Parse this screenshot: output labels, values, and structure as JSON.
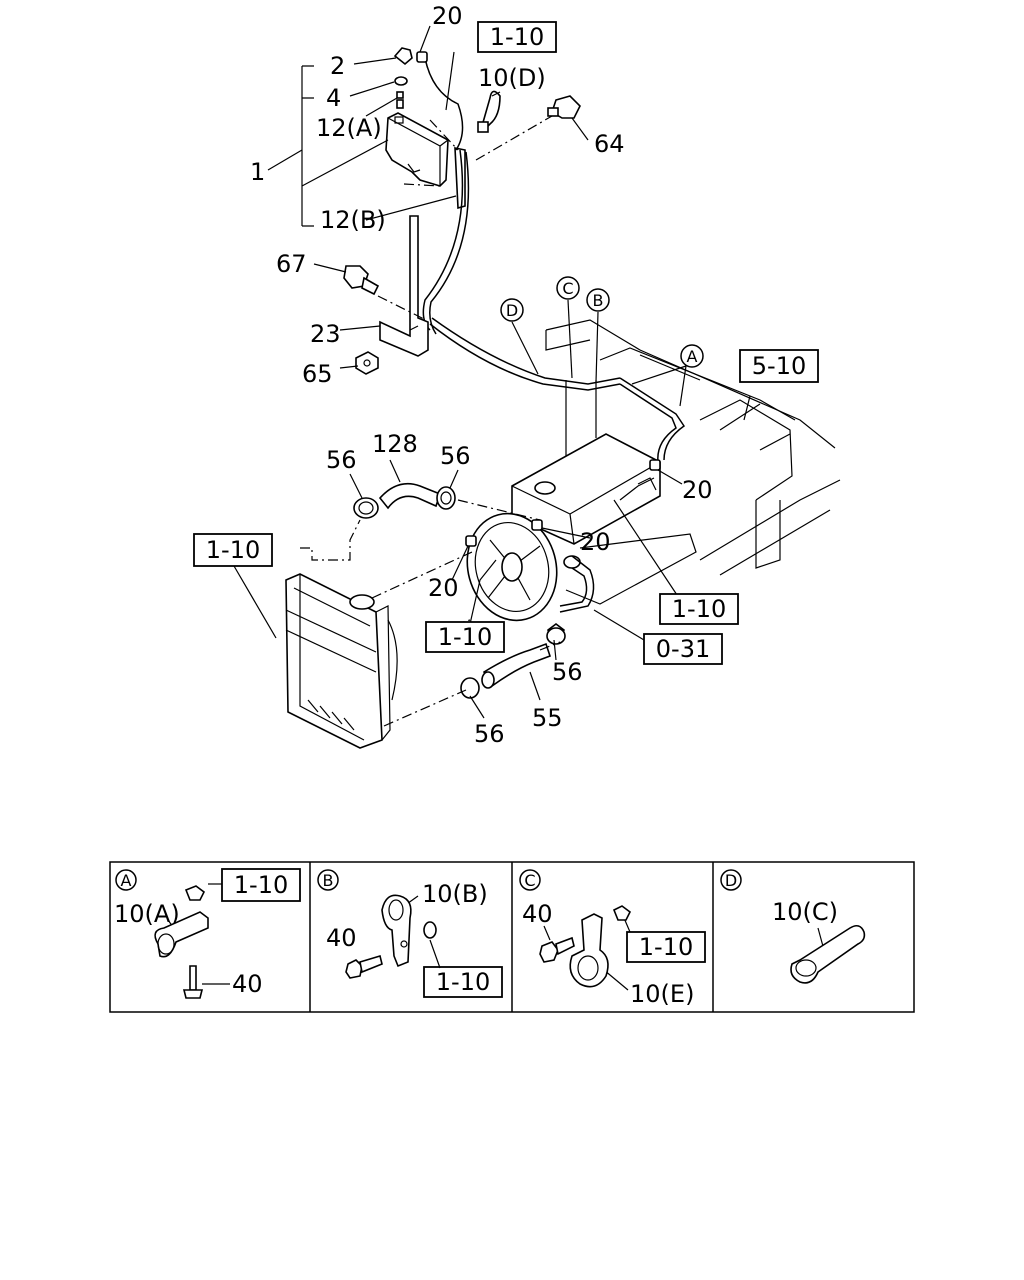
{
  "main_diagram": {
    "callouts": {
      "c20_top": "20",
      "c2": "2",
      "c4": "4",
      "c12a": "12(A)",
      "c1": "1",
      "c12b": "12(B)",
      "c10d": "10(D)",
      "c64": "64",
      "c67": "67",
      "c23": "23",
      "c65": "65",
      "c56_left": "56",
      "c128": "128",
      "c56_mid": "56",
      "c20_right": "20",
      "c20_mid": "20",
      "c20_left": "20",
      "c56_lower": "56",
      "c55": "55",
      "c56_bottom": "56"
    },
    "ref_boxes": {
      "r_top": "1-10",
      "r_5_10": "5-10",
      "r_left": "1-10",
      "r_right": "1-10",
      "r_center": "1-10",
      "r_0_31": "0-31"
    },
    "markers": {
      "m_d": "D",
      "m_c": "C",
      "m_b": "B",
      "m_a": "A"
    }
  },
  "detail_panels": [
    {
      "marker": "A",
      "part_label": "10(A)",
      "bolt_label": "40",
      "ref": "1-10"
    },
    {
      "marker": "B",
      "part_label": "10(B)",
      "bolt_label": "40",
      "ref": "1-10"
    },
    {
      "marker": "C",
      "part_label": "10(E)",
      "bolt_label": "40",
      "ref": "1-10"
    },
    {
      "marker": "D",
      "part_label": "10(C)"
    }
  ]
}
